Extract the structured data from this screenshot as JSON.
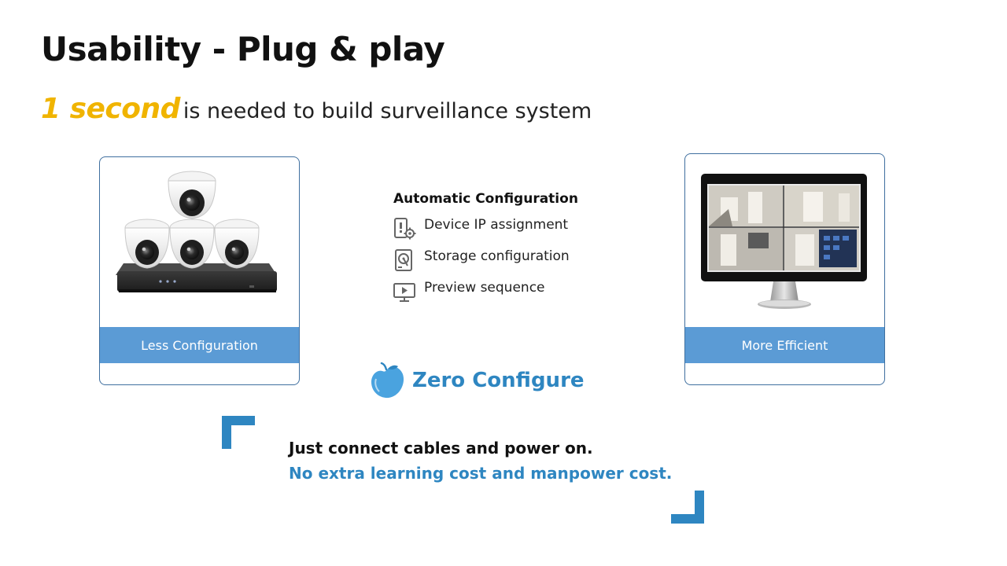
{
  "slide": {
    "title": "Usability - Plug & play",
    "subtitle_highlight": "1 second",
    "subtitle_rest": "is needed to build surveillance system"
  },
  "cards": {
    "left": {
      "label": "Less Configuration",
      "image": "nvr-camera-kit"
    },
    "right": {
      "label": "More Efficient",
      "image": "monitor-live-view"
    }
  },
  "auto_config": {
    "heading": "Automatic Configuration",
    "items": [
      {
        "label": "Device IP assignment",
        "icon": "device-ip-icon"
      },
      {
        "label": "Storage configuration",
        "icon": "hard-disk-icon"
      },
      {
        "label": "Preview sequence",
        "icon": "monitor-play-icon"
      }
    ]
  },
  "zero_configure": {
    "label": "Zero Configure",
    "icon": "fruit-logo-icon"
  },
  "message": {
    "line1": "Just connect cables and power on.",
    "line2": "No extra learning cost and manpower cost."
  },
  "colors": {
    "accent_blue": "#2e86c1",
    "banner_blue": "#5b9bd5",
    "highlight_yellow": "#f0b400",
    "card_border": "#3f6f9f"
  }
}
